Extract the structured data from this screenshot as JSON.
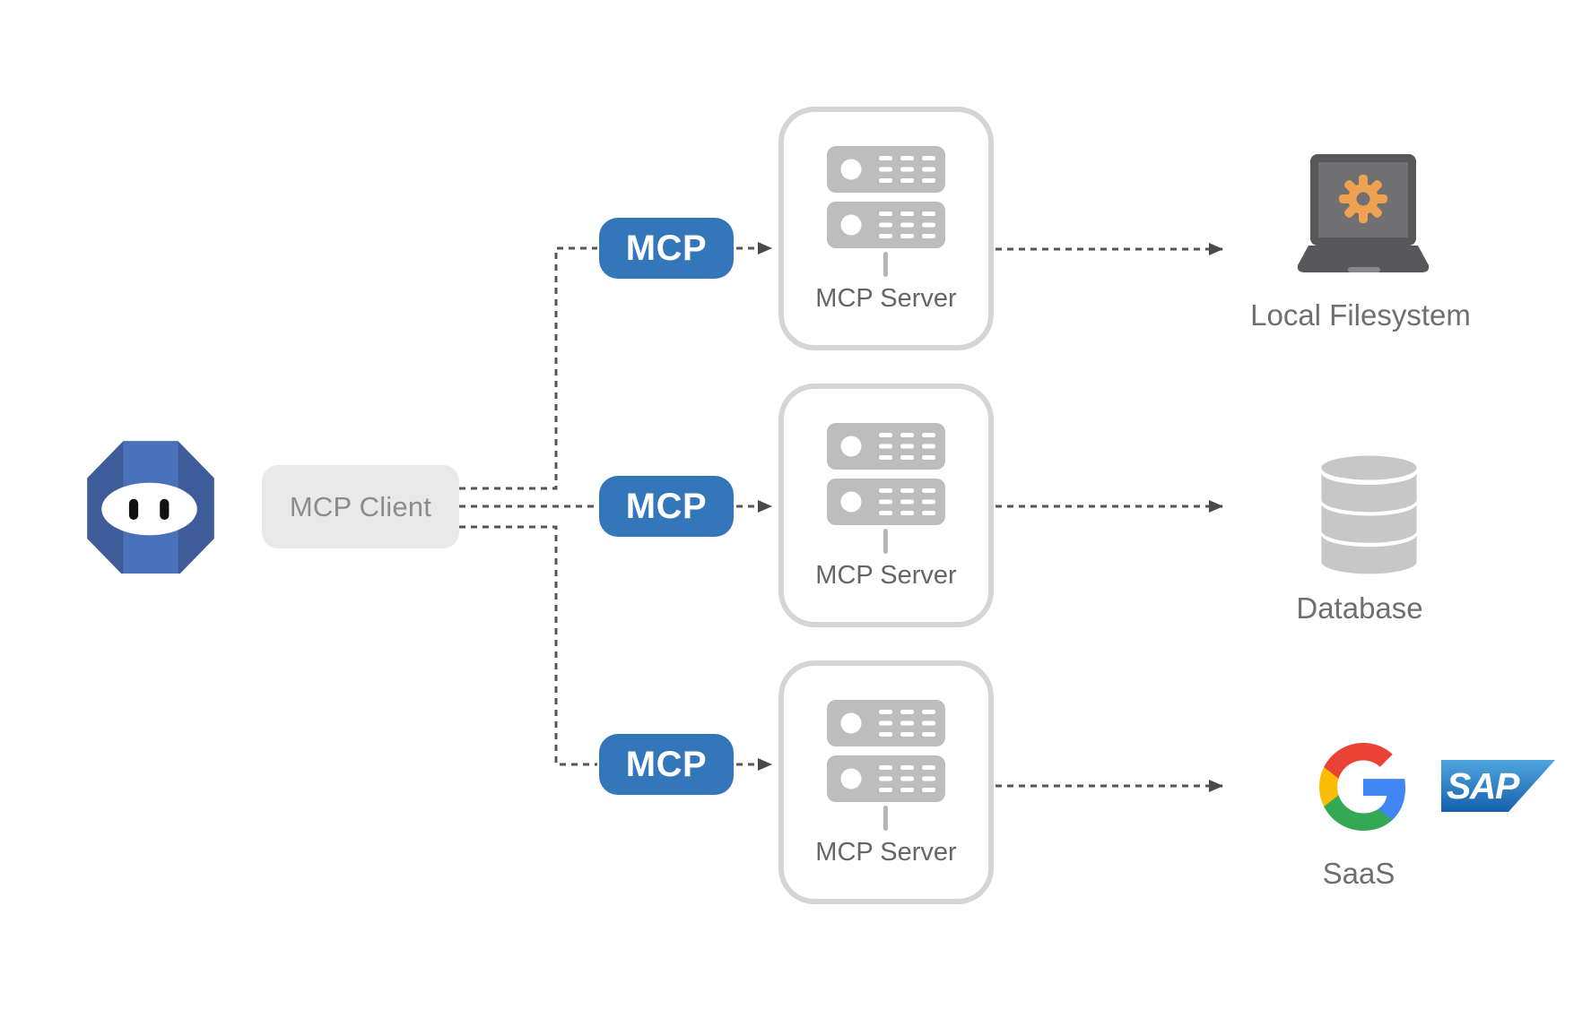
{
  "client": {
    "label": "MCP Client",
    "icon": "robot-agent-icon"
  },
  "mcp_badges": [
    "MCP",
    "MCP",
    "MCP"
  ],
  "servers": [
    {
      "label": "MCP Server",
      "icon": "server-rack-icon"
    },
    {
      "label": "MCP Server",
      "icon": "server-rack-icon"
    },
    {
      "label": "MCP Server",
      "icon": "server-rack-icon"
    }
  ],
  "targets": {
    "filesystem": {
      "label": "Local Filesystem",
      "icon": "laptop-gear-icon"
    },
    "database": {
      "label": "Database",
      "icon": "database-cylinder-icon"
    },
    "saas": {
      "label": "SaaS",
      "icons": [
        "google-logo-icon",
        "sap-logo-icon"
      ],
      "sap_text": "SAP"
    }
  },
  "connections": [
    "client -> mcp-badge-1 -> server-1 -> filesystem",
    "client -> mcp-badge-2 -> server-2 -> database",
    "client -> mcp-badge-3 -> server-3 -> saas"
  ],
  "colors": {
    "mcp_blue": "#3377BA",
    "client_bg": "#E9E9EA",
    "client_text": "#8C8C8C",
    "line_gray": "#555555",
    "arrow_gray": "#4A4A4A",
    "box_border_gray": "#D5D5D5",
    "server_unit_gray": "#BDBDBD",
    "label_gray": "#6F6F6F",
    "server_label_gray": "#666666",
    "robot_dark_blue": "#3D5C99",
    "robot_light_blue": "#4A72BA",
    "gear_orange": "#EFA14F",
    "laptop_gray": "#58585A",
    "laptop_screen_gray": "#707072",
    "database_gray": "#C7C7C8",
    "google_blue": "#4285F4",
    "google_red": "#EA4335",
    "google_yellow": "#FBBC05",
    "google_green": "#34A853",
    "sap_blue_top": "#4FA5DF",
    "sap_blue_bottom": "#1660AC"
  }
}
